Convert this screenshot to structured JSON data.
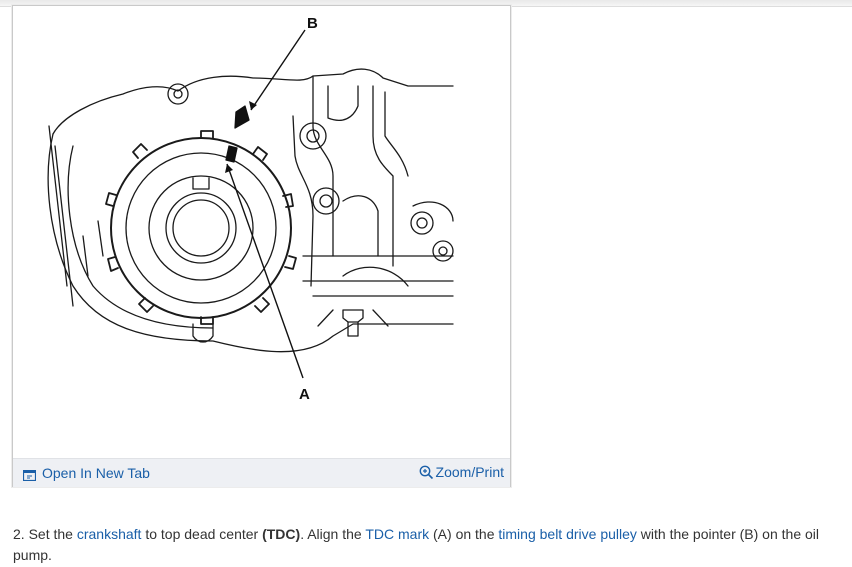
{
  "figure": {
    "labels": {
      "a": "A",
      "b": "B"
    },
    "toolbar": {
      "open_new_tab": "Open In New Tab",
      "zoom_print": "Zoom/Print",
      "open_icon": "open-in-new-tab-icon",
      "zoom_icon": "zoom-in-icon"
    }
  },
  "instruction": {
    "number": "2.",
    "t1": "Set the",
    "crankshaft": "crankshaft",
    "t2": "to top dead center",
    "tdc_bold": "(TDC)",
    "t3": ". Align the",
    "tdc_mark": "TDC mark",
    "t4": "(A) on the",
    "pulley": "timing belt drive pulley",
    "t5": "with the pointer (B) on the oil pump."
  },
  "colors": {
    "link": "#1a5fa8",
    "text": "#333333",
    "toolbar_bg": "#eef0f4",
    "frame_border": "#c9c9c9"
  }
}
